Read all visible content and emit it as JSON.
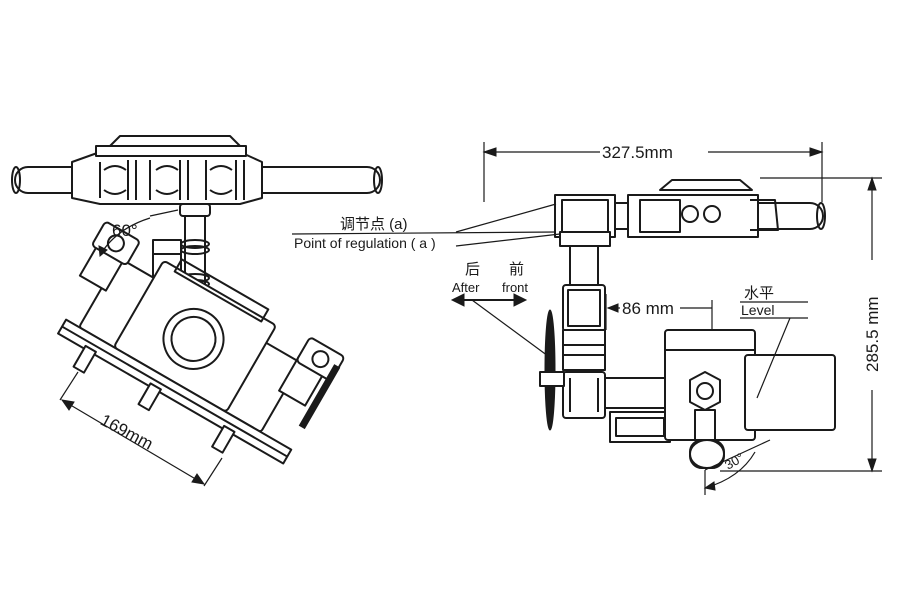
{
  "diagram": {
    "colors": {
      "line": "#1a1a1a",
      "background": "#ffffff",
      "watermark": "#c8d2da"
    },
    "left_view": {
      "angle_label": "60°",
      "width_label": "169mm"
    },
    "right_view": {
      "total_width_label": "327.5mm",
      "height_label": "285.5 mm",
      "offset_label": "86 mm",
      "regulation_point_cn": "调节点 (a)",
      "regulation_point_en": "Point of regulation ( a )",
      "after_cn": "后",
      "after_en": "After",
      "front_cn": "前",
      "front_en": "front",
      "level_cn": "水平",
      "level_en": "Level",
      "tilt_angle_label": "30°"
    }
  }
}
